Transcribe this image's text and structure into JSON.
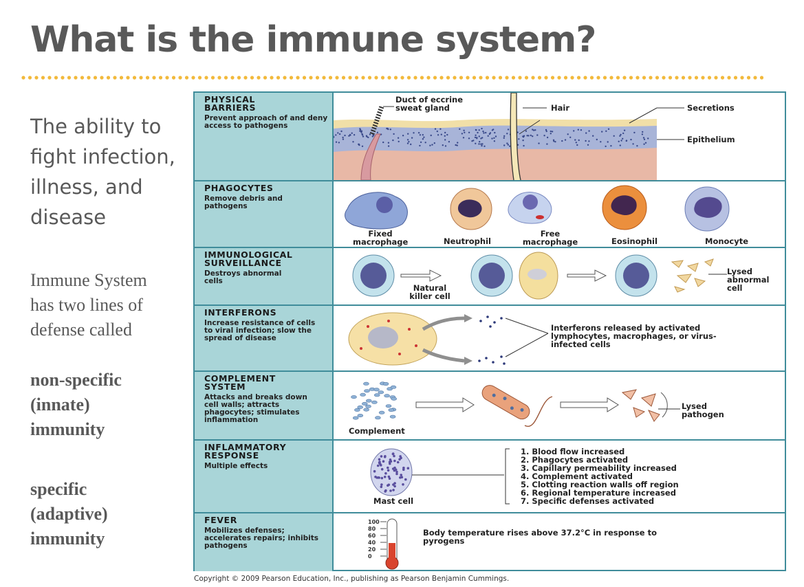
{
  "title": "What is the immune system?",
  "left": {
    "definition": "The ability to fight infection, illness, and disease",
    "lines": "Immune System has two lines of defense called",
    "nonspecific": "non-specific (innate) immunity",
    "specific": "specific (adaptive) immunity"
  },
  "rows": [
    {
      "heading": "PHYSICAL BARRIERS",
      "desc": "Prevent approach of and deny access to pathogens"
    },
    {
      "heading": "PHAGOCYTES",
      "desc": "Remove debris and pathogens"
    },
    {
      "heading": "IMMUNOLOGICAL SURVEILLANCE",
      "desc": "Destroys abnormal cells"
    },
    {
      "heading": "INTERFERONS",
      "desc": "Increase resistance of cells to viral infection; slow the spread of disease"
    },
    {
      "heading": "COMPLEMENT SYSTEM",
      "desc": "Attacks and breaks down cell walls; attracts phagocytes; stimulates inflammation"
    },
    {
      "heading": "INFLAMMATORY RESPONSE",
      "desc": "Multiple effects"
    },
    {
      "heading": "FEVER",
      "desc": "Mobilizes defenses; accelerates repairs; inhibits pathogens"
    }
  ],
  "barriers": {
    "duct": "Duct of eccrine sweat gland",
    "hair": "Hair",
    "secretions": "Secretions",
    "epithelium": "Epithelium"
  },
  "phagocytes": [
    "Fixed macrophage",
    "Neutrophil",
    "Free macrophage",
    "Eosinophil",
    "Monocyte"
  ],
  "surveillance": {
    "nk": "Natural killer cell",
    "lysed": "Lysed abnormal cell"
  },
  "interferons": {
    "note": "Interferons released by activated lymphocytes, macrophages, or virus-infected cells"
  },
  "complement": {
    "complement": "Complement",
    "lysed": "Lysed pathogen"
  },
  "inflammatory": {
    "mast": "Mast cell",
    "effects": [
      "1. Blood flow increased",
      "2. Phagocytes activated",
      "3. Capillary permeability increased",
      "4. Complement activated",
      "5. Clotting reaction walls off region",
      "6. Regional temperature increased",
      "7. Specific defenses activated"
    ]
  },
  "fever": {
    "note": "Body temperature rises above 37.2°C in response to pyrogens",
    "scale": [
      "100",
      "80",
      "60",
      "40",
      "20",
      "0"
    ],
    "level_percent": 38
  },
  "copyright": "Copyright © 2009 Pearson Education, Inc., publishing as Pearson Benjamin Cummings."
}
